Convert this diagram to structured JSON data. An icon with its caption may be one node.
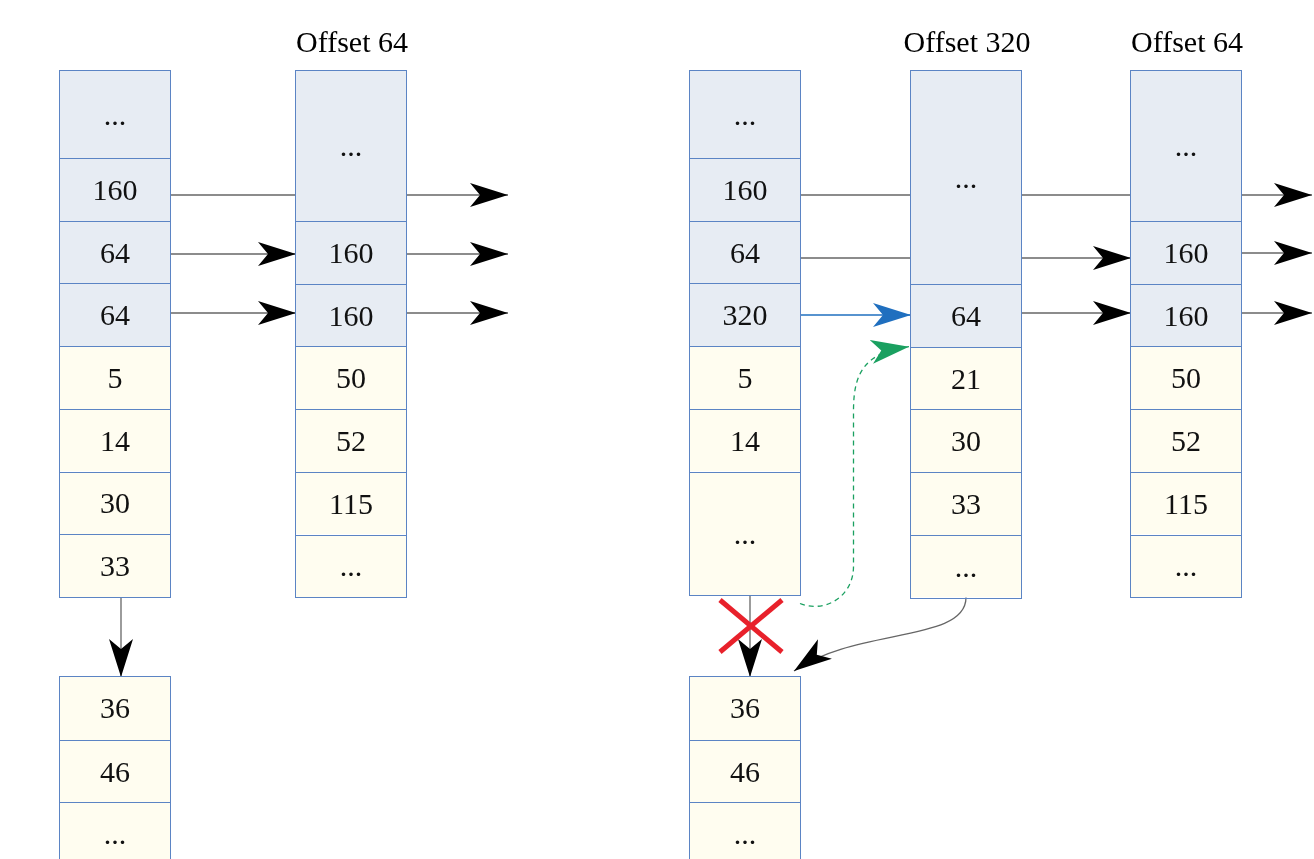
{
  "diagram": {
    "nodes": [
      {
        "text": [],
        "shape": "box"
      },
      {
        "text": [
          "..."
        ],
        "in": 0
      },
      {
        "text": [
          "160"
        ],
        "in": 0
      },
      {
        "text": [
          "64"
        ],
        "in": 0
      },
      {
        "text": [
          "64"
        ],
        "in": 0
      },
      {
        "text": [
          "5"
        ],
        "in": 0
      },
      {
        "text": [
          "14"
        ],
        "in": 0
      },
      {
        "text": [
          "30"
        ],
        "in": 0
      },
      {
        "text": [
          "33"
        ],
        "in": 0
      },
      {
        "text": [
          "Offset 64"
        ]
      },
      {
        "text": [
          "..."
        ],
        "in": 9
      },
      {
        "text": [
          "160"
        ],
        "in": 9
      },
      {
        "text": [
          "160"
        ],
        "in": 9
      },
      {
        "text": [
          "50"
        ],
        "in": 9
      },
      {
        "text": [
          "52"
        ],
        "in": 9
      },
      {
        "text": [
          "115"
        ],
        "in": 9
      },
      {
        "text": [
          "..."
        ],
        "in": 9
      },
      {
        "text": [],
        "shape": "box"
      },
      {
        "text": [
          "36"
        ],
        "in": 17
      },
      {
        "text": [
          "46"
        ],
        "in": 17
      },
      {
        "text": [
          "..."
        ],
        "in": 17
      },
      {
        "text": [],
        "shape": "box"
      },
      {
        "text": [
          "..."
        ],
        "in": 21
      },
      {
        "text": [
          "160"
        ],
        "in": 21
      },
      {
        "text": [
          "64"
        ],
        "in": 21
      },
      {
        "text": [
          "320"
        ],
        "in": 21
      },
      {
        "text": [
          "5"
        ],
        "in": 21
      },
      {
        "text": [
          "14"
        ],
        "in": 21
      },
      {
        "text": [
          "..."
        ],
        "in": 21
      },
      {
        "text": [
          "Offset 320"
        ]
      },
      {
        "text": [
          "..."
        ],
        "in": 29
      },
      {
        "text": [
          "64"
        ],
        "in": 29
      },
      {
        "text": [
          "21"
        ],
        "in": 29
      },
      {
        "text": [
          "30"
        ],
        "in": 29
      },
      {
        "text": [
          "33"
        ],
        "in": 29
      },
      {
        "text": [
          "..."
        ],
        "in": 29
      },
      {
        "text": [
          "Offset 64"
        ]
      },
      {
        "text": [
          "..."
        ],
        "in": 36
      },
      {
        "text": [
          "160"
        ],
        "in": 36
      },
      {
        "text": [
          "160"
        ],
        "in": 36
      },
      {
        "text": [
          "50"
        ],
        "in": 36
      },
      {
        "text": [
          "52"
        ],
        "in": 36
      },
      {
        "text": [
          "115"
        ],
        "in": 36
      },
      {
        "text": [
          "..."
        ],
        "in": 36
      },
      {
        "text": [],
        "shape": "box"
      },
      {
        "text": [
          "36"
        ],
        "in": 44
      },
      {
        "text": [
          "46"
        ],
        "in": 44
      },
      {
        "text": [
          "..."
        ],
        "in": 44
      }
    ],
    "edges": [
      {
        "from": 2,
        "to": 10,
        "arrow": "none"
      },
      {
        "from": 10,
        "to": null,
        "arrow": "to"
      },
      {
        "from": 3,
        "to": 11,
        "arrow": "to"
      },
      {
        "from": 11,
        "to": null,
        "arrow": "to"
      },
      {
        "from": 4,
        "to": 12,
        "arrow": "to"
      },
      {
        "from": 12,
        "to": null,
        "arrow": "to"
      },
      {
        "from": 8,
        "to": 18,
        "arrow": "to"
      },
      {
        "from": 23,
        "to": 30,
        "arrow": "none"
      },
      {
        "from": 30,
        "to": 37,
        "arrow": "none"
      },
      {
        "from": 37,
        "to": null,
        "arrow": "to"
      },
      {
        "from": 24,
        "to": 30,
        "arrow": "none"
      },
      {
        "from": 30,
        "to": 38,
        "arrow": "to"
      },
      {
        "from": 31,
        "to": 39,
        "arrow": "to"
      },
      {
        "from": 38,
        "to": null,
        "arrow": "to"
      },
      {
        "from": 39,
        "to": null,
        "arrow": "to"
      },
      {
        "from": 25,
        "to": 31,
        "arrow": "to",
        "color": "#1f6fbf"
      },
      {
        "from": 28,
        "to": 32,
        "arrow": "to",
        "style": "dashed",
        "color": "#1aa060"
      },
      {
        "from": 28,
        "to": 45,
        "arrow": "to"
      },
      {
        "from": 35,
        "to": 45,
        "arrow": "to"
      }
    ]
  }
}
